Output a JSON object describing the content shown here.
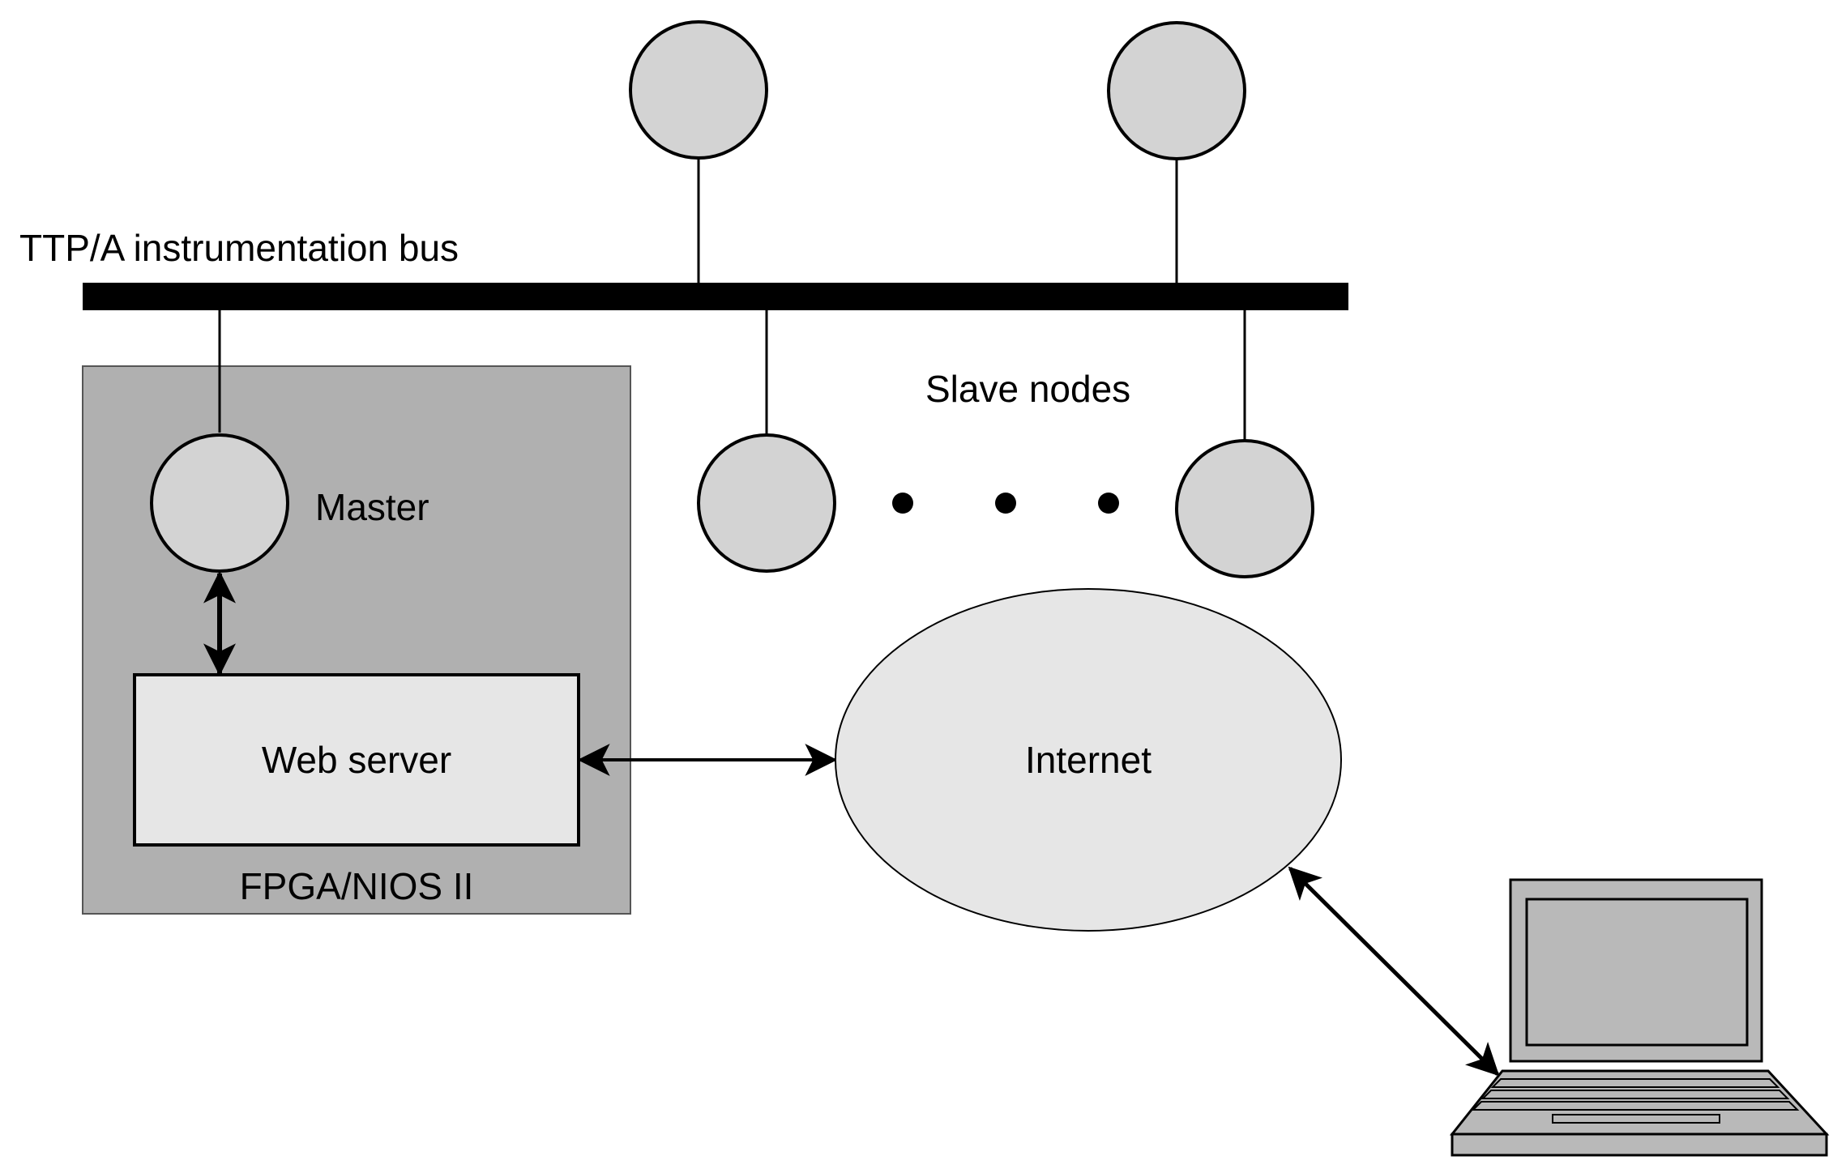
{
  "labels": {
    "bus": "TTP/A instrumentation bus",
    "slave_nodes": "Slave nodes",
    "master": "Master",
    "web_server": "Web server",
    "fpga": "FPGA/NIOS II",
    "internet": "Internet"
  },
  "colors": {
    "bus": "#000000",
    "node_fill": "#d3d3d3",
    "fpga_fill": "#b0b0b0",
    "web_server_fill": "#e6e6e6",
    "internet_fill": "#e6e6e6",
    "laptop_fill": "#b9b9b9",
    "stroke": "#000000"
  }
}
